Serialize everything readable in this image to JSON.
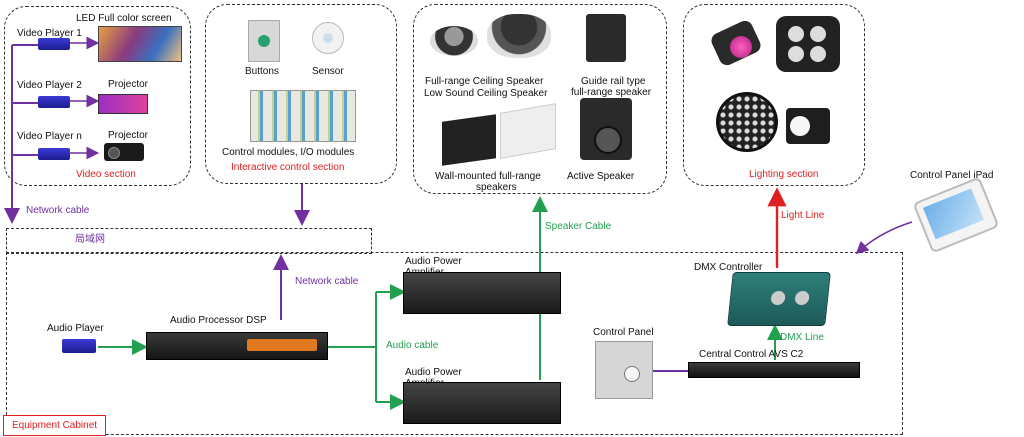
{
  "video_section": {
    "title": "Video section",
    "player1": "Video Player 1",
    "player2": "Video Player 2",
    "playern": "Video Player n",
    "led": "LED Full color screen",
    "projector1": "Projector",
    "projector2": "Projector"
  },
  "interactive_section": {
    "title": "Interactive control section",
    "buttons": "Buttons",
    "sensor": "Sensor",
    "modules": "Control modules, I/O modules"
  },
  "speaker_section": {
    "ceiling": "Full-range Ceiling Speaker",
    "low_sound": "Low Sound Ceiling Speaker",
    "guide_rail_1": "Guide rail type",
    "guide_rail_2": "full-range speaker",
    "wall_1": "Wall-mounted full-range",
    "wall_2": "speakers",
    "active": "Active Speaker"
  },
  "lighting_section": {
    "title": "Lighting section"
  },
  "ipad": "Control Panel iPad",
  "lan": "局域网",
  "cables": {
    "network1": "Network cable",
    "network2": "Network cable",
    "speaker": "Speaker Cable",
    "light": "Light Line",
    "audio": "Audio cable",
    "dmx": "DMX Line"
  },
  "cabinet": {
    "label": "Equipment Cabinet",
    "audio_player": "Audio Player",
    "dsp": "Audio Processor  DSP",
    "amp1_a": "Audio Power",
    "amp1_b": "Amplifier",
    "amp2_a": "Audio Power",
    "amp2_b": "Amplifier",
    "dmx_controller": "DMX Controller",
    "control_panel": "Control Panel",
    "central": "Central Control AVS C2"
  },
  "colors": {
    "network": "#7030a0",
    "audio": "#22a050",
    "light": "#e02020",
    "section_title": "#e02020"
  }
}
